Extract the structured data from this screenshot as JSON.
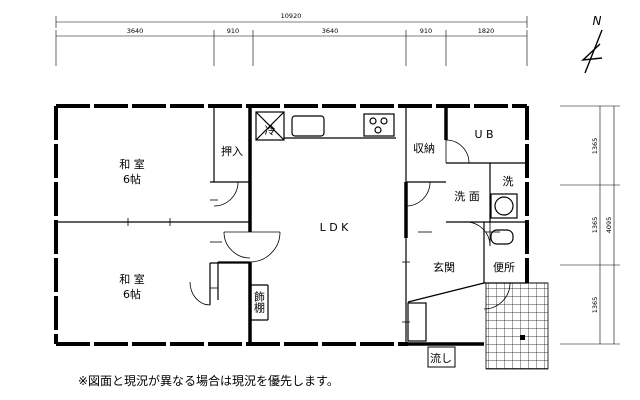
{
  "dimensions": {
    "overall_width": "10920",
    "top": [
      "3640",
      "910",
      "3640",
      "910",
      "1820"
    ],
    "overall_height": "4095",
    "right": [
      "1365",
      "1365",
      "1365"
    ]
  },
  "compass": {
    "label": "N"
  },
  "rooms": {
    "washitsu1": {
      "line1": "和 室",
      "line2": "6帖"
    },
    "washitsu2": {
      "line1": "和 室",
      "line2": "6帖"
    },
    "oshiire": "押入",
    "ldk": "L D K",
    "reizoko": "冷",
    "shuno": "収納",
    "ub": "U B",
    "sentaku": "洗",
    "senmen": "洗 面",
    "genkan": "玄関",
    "benjo": "便所",
    "kazari": "飾棚",
    "nagashi": "流し"
  },
  "note": "※図面と現況が異なる場合は現況を優先します。"
}
